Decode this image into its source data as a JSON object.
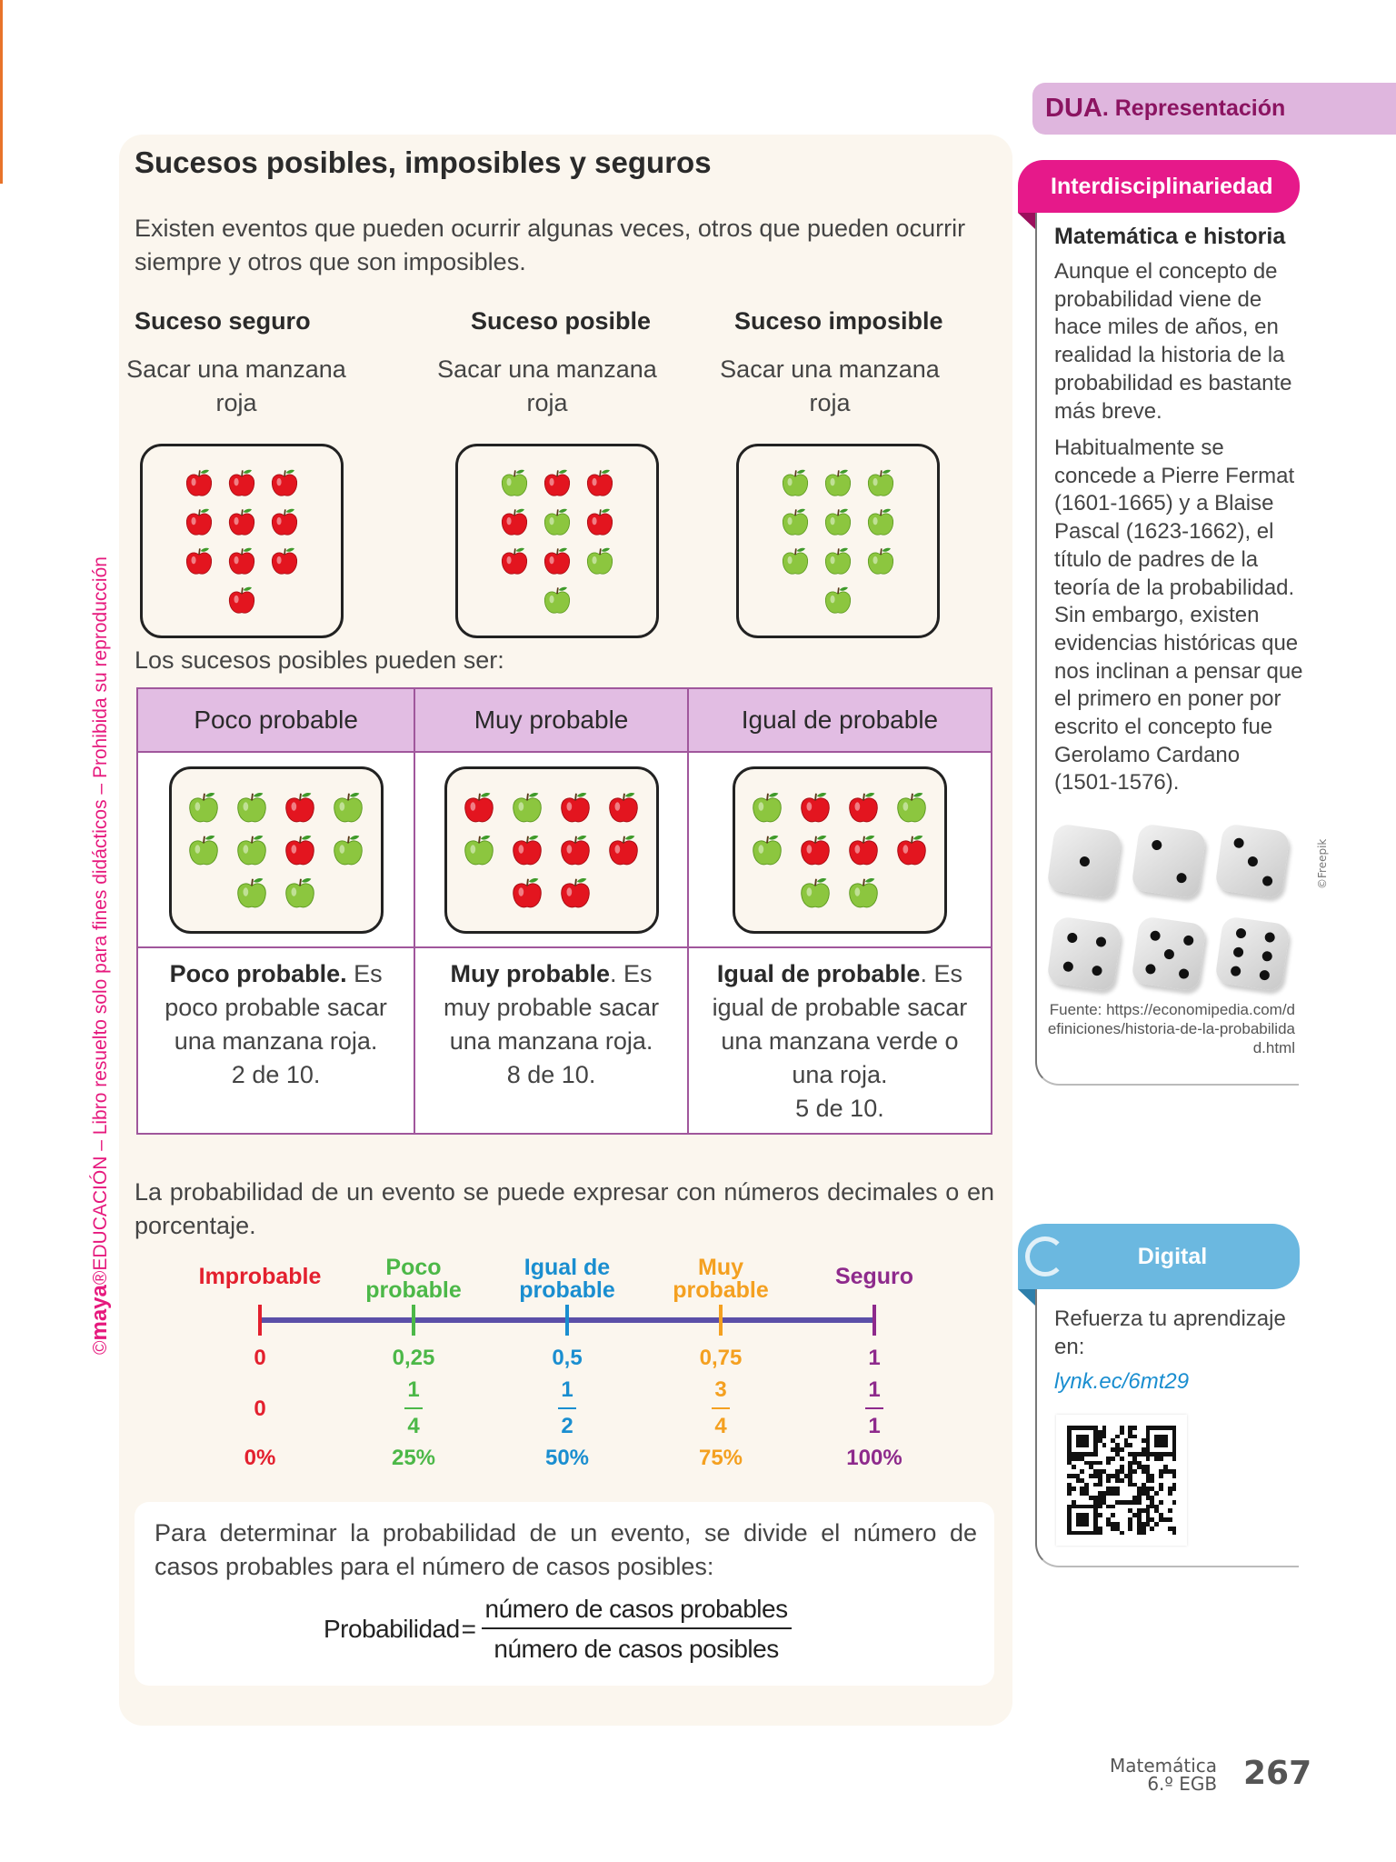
{
  "title": "Sucesos posibles, imposibles y seguros",
  "intro": "Existen eventos que pueden ocurrir algunas veces, otros que pueden ocurrir siempre y otros que son imposibles.",
  "events": [
    {
      "heading": "Suceso seguro",
      "desc": "Sacar una manzana roja",
      "apples": [
        [
          "red",
          "red",
          "red"
        ],
        [
          "red",
          "red",
          "red"
        ],
        [
          "red",
          "red",
          "red"
        ],
        [
          "red"
        ]
      ]
    },
    {
      "heading": "Suceso posible",
      "desc": "Sacar una manzana roja",
      "apples": [
        [
          "green",
          "red",
          "red"
        ],
        [
          "red",
          "green",
          "red"
        ],
        [
          "red",
          "red",
          "green"
        ],
        [
          "green"
        ]
      ]
    },
    {
      "heading": "Suceso imposible",
      "desc": "Sacar una manzana roja",
      "apples": [
        [
          "green",
          "green",
          "green"
        ],
        [
          "green",
          "green",
          "green"
        ],
        [
          "green",
          "green",
          "green"
        ],
        [
          "green"
        ]
      ]
    }
  ],
  "possible_label": "Los sucesos posibles pueden ser:",
  "table": {
    "headers": [
      "Poco probable",
      "Muy probable",
      "Igual de probable"
    ],
    "apples": [
      [
        [
          "green",
          "green",
          "red",
          "green"
        ],
        [
          "green",
          "green",
          "red",
          "green"
        ],
        [
          "green",
          "green"
        ]
      ],
      [
        [
          "red",
          "green",
          "red",
          "red"
        ],
        [
          "green",
          "red",
          "red",
          "red"
        ],
        [
          "red",
          "red"
        ]
      ],
      [
        [
          "green",
          "red",
          "red",
          "green"
        ],
        [
          "green",
          "red",
          "red",
          "red"
        ],
        [
          "green",
          "green"
        ]
      ]
    ],
    "descriptions": [
      {
        "bold": "Poco probable.",
        "text": " Es poco probable sacar una manzana roja.",
        "count": "2 de 10."
      },
      {
        "bold": "Muy probable",
        "text": ". Es muy probable sacar una manzana roja.",
        "count": "8 de 10."
      },
      {
        "bold": "Igual de probable",
        "text": ". Es igual de probable sacar una manzana verde o una roja.",
        "count": "5 de 10."
      }
    ]
  },
  "prob_text": "La probabilidad de un evento se puede expresar con números decimales o en porcentaje.",
  "number_line": {
    "line_color": "#5b4fa8",
    "points": [
      {
        "label": "Improbable",
        "value": 0,
        "decimal": "0",
        "whole": "0",
        "num": "",
        "den": "",
        "percent": "0%",
        "color": "#e3202e"
      },
      {
        "label": "Poco probable",
        "value": 0.25,
        "decimal": "0,25",
        "whole": "",
        "num": "1",
        "den": "4",
        "percent": "25%",
        "color": "#4cb848"
      },
      {
        "label": "Igual de probable",
        "value": 0.5,
        "decimal": "0,5",
        "whole": "",
        "num": "1",
        "den": "2",
        "percent": "50%",
        "color": "#1a8ed0"
      },
      {
        "label": "Muy probable",
        "value": 0.75,
        "decimal": "0,75",
        "whole": "",
        "num": "3",
        "den": "4",
        "percent": "75%",
        "color": "#f4a020"
      },
      {
        "label": "Seguro",
        "value": 1,
        "decimal": "1",
        "whole": "",
        "num": "1",
        "den": "1",
        "percent": "100%",
        "color": "#8e2a8c"
      }
    ]
  },
  "formula_box": {
    "text": "Para determinar la probabilidad de un evento, se divide el número de casos probables para el número de casos posibles:",
    "lhs": "Probabilidad",
    "eq": "=",
    "numerator": "número de casos probables",
    "denominator": "número de casos posibles"
  },
  "credit": {
    "copy": "©",
    "brand": "maya",
    "reg": "®",
    "text": "EDUCACIÓN – Libro resuelto solo para fines didácticos – Prohibida su reproducción"
  },
  "sidebar": {
    "dua": "DUA",
    "dua_rest": ". Representación",
    "tab": "Interdisciplinariedad",
    "heading": "Matemática e historia",
    "paragraphs": [
      "Aunque el concepto de probabilidad viene de hace miles de años, en realidad la historia de la probabilidad es bastante más breve.",
      "Habitualmente se concede a Pierre Fermat (1601-1665) y a Blaise Pascal (1623-1662), el título de padres de la teoría de la probabilidad. Sin embargo, existen evidencias históricas que nos inclinan a pensar que el primero en poner por escrito el concepto fue Gerolamo Cardano (1501-1576)."
    ],
    "dice_faces": [
      1,
      2,
      3,
      4,
      5,
      6
    ],
    "image_credit": "©Freepik",
    "source": "Fuente: https://economipedia.com/definiciones/historia-de-la-probabilidad.html",
    "digital_tab": "Digital",
    "digital_text": "Refuerza tu aprendizaje en:",
    "digital_link": "lynk.ec/6mt29"
  },
  "footer": {
    "subject": "Matemática",
    "grade": "6.º EGB",
    "page": "267"
  }
}
